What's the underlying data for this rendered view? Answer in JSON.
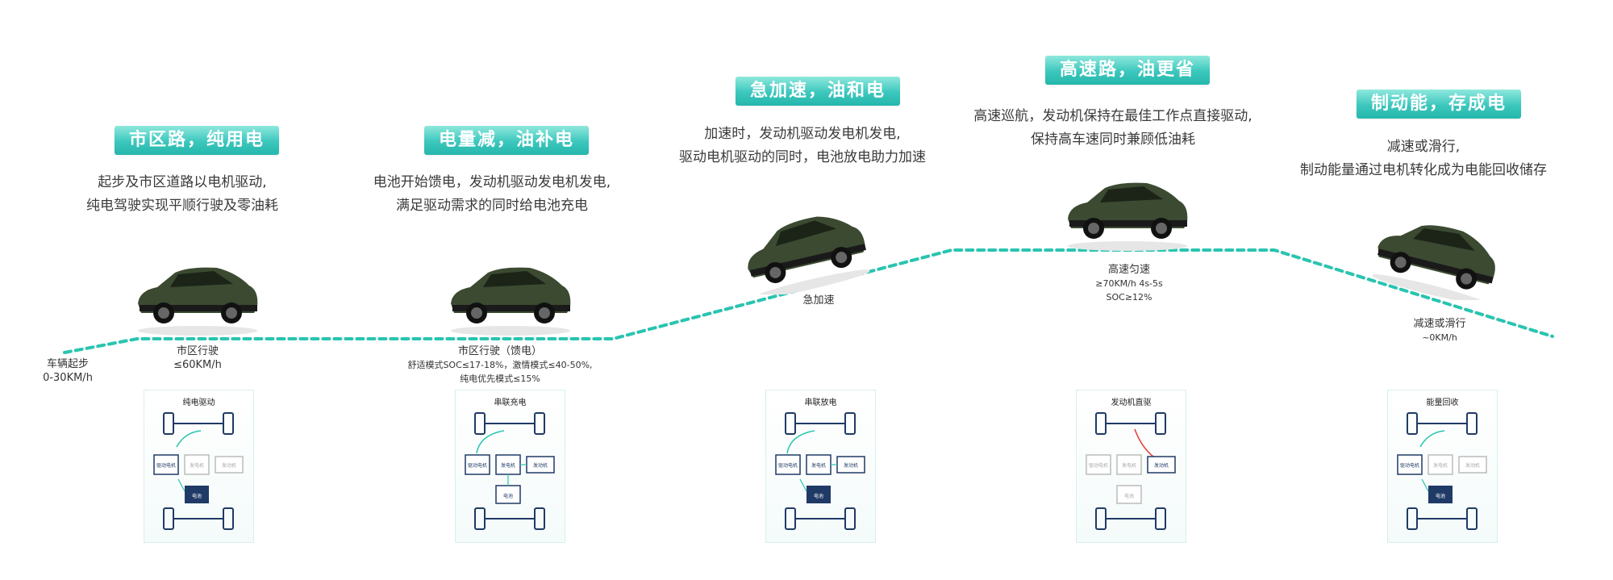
{
  "colors": {
    "accent": "#2fc3b6",
    "road": "#29c4b0",
    "arrow_red": "#e53935",
    "ink": "#1f3a66"
  },
  "stages": [
    {
      "title": "市区路，纯用电",
      "desc": [
        "起步及市区道路以电机驱动,",
        "纯电驾驶实现平顺行驶及零油耗"
      ],
      "labels": [
        "市区行驶",
        "≤60KM/h"
      ],
      "panel": "纯电驱动"
    },
    {
      "title": "电量减，油补电",
      "desc": [
        "电池开始馈电，发动机驱动发电机发电,",
        "满足驱动需求的同时给电池充电"
      ],
      "labels": [
        "市区行驶（馈电）",
        "舒适模式SOC≤17-18%，激情模式≤40-50%,",
        "纯电优先模式≤15%"
      ],
      "panel": "串联充电"
    },
    {
      "title": "急加速，油和电",
      "desc": [
        "加速时，发动机驱动发电机发电,",
        "驱动电机驱动的同时，电池放电助力加速"
      ],
      "labels": [
        "急加速"
      ],
      "panel": "串联放电"
    },
    {
      "title": "高速路，油更省",
      "desc": [
        "高速巡航，发动机保持在最佳工作点直接驱动,",
        "保持高车速同时兼顾低油耗"
      ],
      "labels": [
        "高速匀速",
        "≥70KM/h 4s-5s",
        "SOC≥12%"
      ],
      "panel": "发动机直驱"
    },
    {
      "title": "制动能，存成电",
      "desc": [
        "减速或滑行,",
        "制动能量通过电机转化成为电能回收储存"
      ],
      "labels": [
        "减速或滑行",
        "~0KM/h"
      ],
      "panel": "能量回收"
    }
  ],
  "start": {
    "label": "车辆起步",
    "speed": "0-30KM/h"
  },
  "component_labels": {
    "drive_motor": "驱动电机",
    "generator": "发电机",
    "engine": "发动机",
    "battery": "电池"
  }
}
